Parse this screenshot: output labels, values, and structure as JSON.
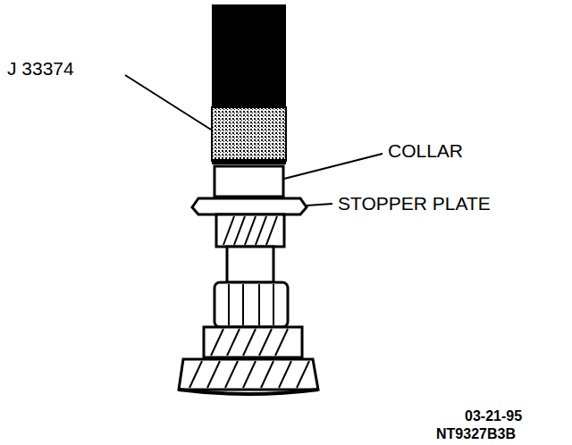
{
  "diagram": {
    "labels": [
      "J 33374",
      "COLLAR",
      "STOPPER PLATE",
      "03-21-95",
      "NT9327B3B"
    ]
  }
}
